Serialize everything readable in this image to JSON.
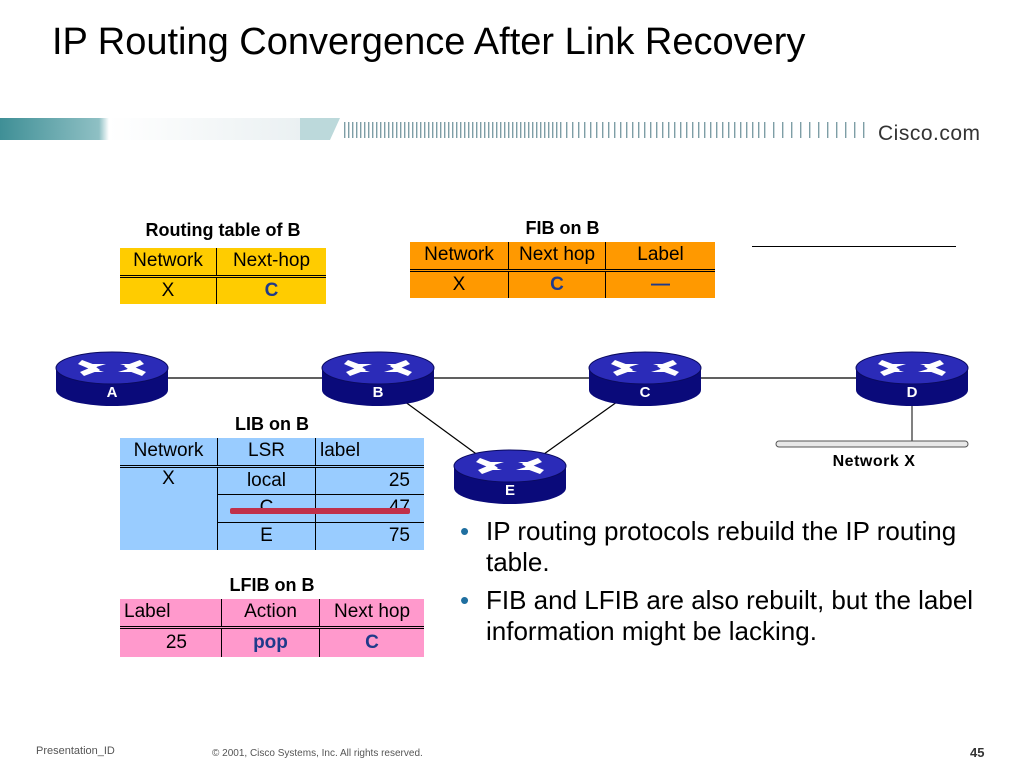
{
  "slide": {
    "title": "IP Routing Convergence After Link Recovery",
    "brand": "Cisco.com"
  },
  "routing_table": {
    "caption": "Routing table of B",
    "headers": [
      "Network",
      "Next-hop"
    ],
    "rows": [
      [
        "X",
        "C"
      ]
    ]
  },
  "fib": {
    "caption": "FIB on B",
    "headers": [
      "Network",
      "Next hop",
      "Label"
    ],
    "rows": [
      [
        "X",
        "C",
        "—"
      ]
    ]
  },
  "lib": {
    "caption": "LIB on B",
    "headers": [
      "Network",
      "LSR",
      "label"
    ],
    "network": "X",
    "rows": [
      [
        "local",
        "25"
      ],
      [
        "C",
        "47"
      ],
      [
        "E",
        "75"
      ]
    ]
  },
  "lfib": {
    "caption": "LFIB on B",
    "headers": [
      "Label",
      "Action",
      "Next hop"
    ],
    "rows": [
      [
        "25",
        "pop",
        "C"
      ]
    ]
  },
  "routers": {
    "a": "A",
    "b": "B",
    "c": "C",
    "d": "D",
    "e": "E"
  },
  "network_label": "Network X",
  "bullets": [
    "IP routing protocols rebuild the IP routing table.",
    "FIB and LFIB are also rebuilt, but the label information might be lacking."
  ],
  "footer": {
    "presentation_id": "Presentation_ID",
    "copyright": "© 2001, Cisco Systems, Inc. All rights reserved.",
    "page": "45"
  },
  "colors": {
    "routing_table": "#ffcc00",
    "fib": "#ff9900",
    "lib": "#99ccff",
    "lfib": "#ff99cc",
    "router": "#1a1a9e",
    "strike": "#c0304a"
  }
}
